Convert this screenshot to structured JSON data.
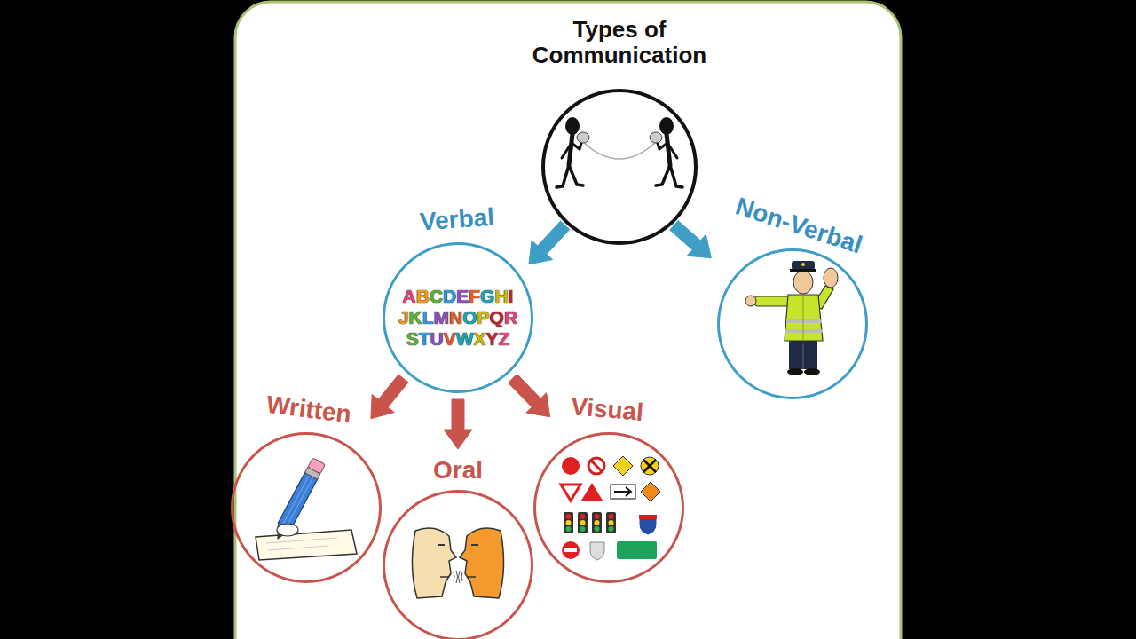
{
  "diagram": {
    "nodes": [
      {
        "text": [
          "Types of Communication"
        ]
      },
      {
        "text": [
          "Verbal",
          "ABCDEFGHI JKLMNOPQR STUVWXYZ"
        ]
      },
      {
        "text": [
          "Non-Verbal"
        ]
      },
      {
        "text": [
          "Written"
        ]
      },
      {
        "text": [
          "Oral"
        ]
      },
      {
        "text": [
          "Visual"
        ]
      }
    ],
    "edges": [
      {
        "from": 0,
        "to": 1,
        "arrow": "to"
      },
      {
        "from": 0,
        "to": 2,
        "arrow": "to"
      },
      {
        "from": 1,
        "to": 3,
        "arrow": "to"
      },
      {
        "from": 1,
        "to": 4,
        "arrow": "to"
      },
      {
        "from": 1,
        "to": 5,
        "arrow": "to"
      }
    ]
  }
}
